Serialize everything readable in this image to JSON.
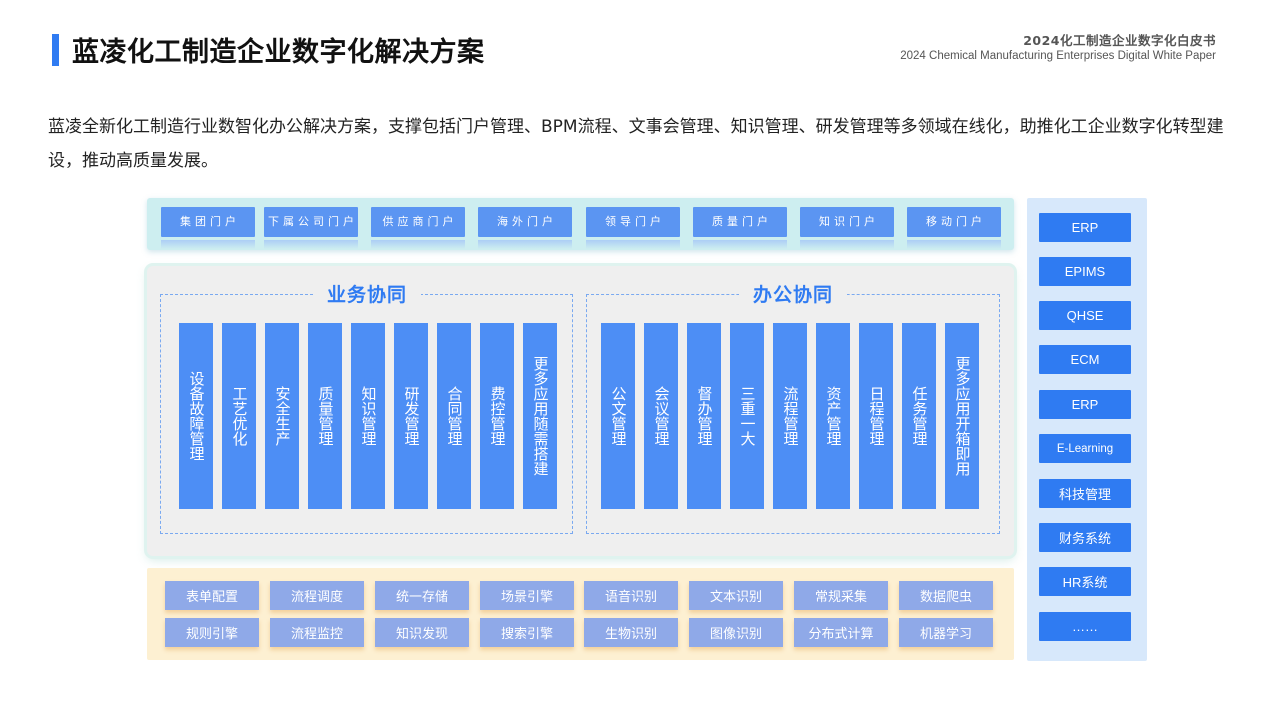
{
  "header": {
    "title": "蓝凌化工制造企业数字化解决方案",
    "whitepaper_cn": "2024化工制造企业数字化白皮书",
    "whitepaper_en": "2024 Chemical Manufacturing Enterprises Digital White Paper"
  },
  "intro": "蓝凌全新化工制造行业数智化办公解决方案，支撑包括门户管理、BPM流程、文事会管理、知识管理、研发管理等多领域在线化，助推化工企业数字化转型建设，推动高质量发展。",
  "portals": [
    "集团门户",
    "下属公司门户",
    "供应商门户",
    "海外门户",
    "领导门户",
    "质量门户",
    "知识门户",
    "移动门户"
  ],
  "business": {
    "title": "业务协同",
    "items": [
      "设备故障管理",
      "工艺优化",
      "安全生产",
      "质量管理",
      "知识管理",
      "研发管理",
      "合同管理",
      "费控管理",
      "更多应用随需搭建"
    ]
  },
  "office": {
    "title": "办公协同",
    "items": [
      "公文管理",
      "会议管理",
      "督办管理",
      "三重一大",
      "流程管理",
      "资产管理",
      "日程管理",
      "任务管理",
      "更多应用开箱即用"
    ]
  },
  "engines": {
    "row1": [
      "表单配置",
      "流程调度",
      "统一存储",
      "场景引擎",
      "语音识别",
      "文本识别",
      "常规采集",
      "数据爬虫"
    ],
    "row2": [
      "规则引擎",
      "流程监控",
      "知识发现",
      "搜索引擎",
      "生物识别",
      "图像识别",
      "分布式计算",
      "机器学习"
    ]
  },
  "systems": [
    "ERP",
    "EPIMS",
    "QHSE",
    "ECM",
    "ERP",
    "E-Learning",
    "科技管理",
    "财务系统",
    "HR系统",
    "……"
  ]
}
